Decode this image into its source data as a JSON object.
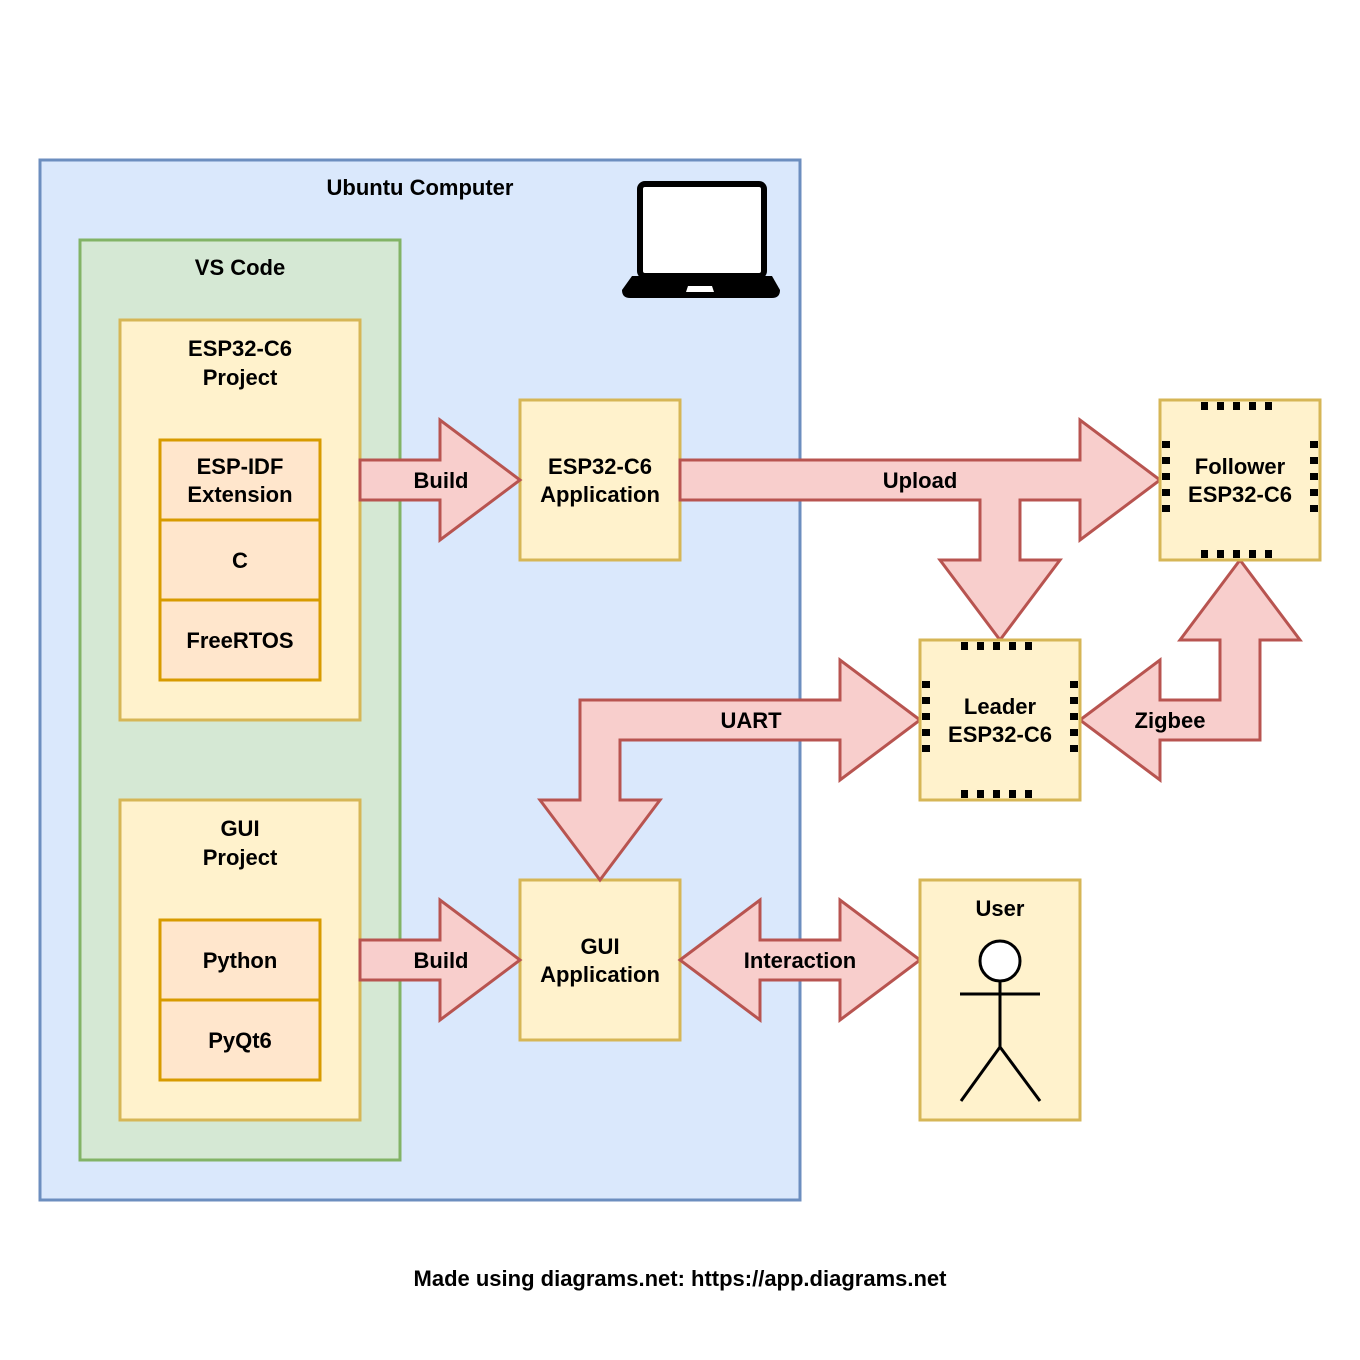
{
  "containers": {
    "ubuntu": "Ubuntu Computer",
    "vscode": "VS Code",
    "esp_project_l1": "ESP32-C6",
    "esp_project_l2": "Project",
    "gui_project_l1": "GUI",
    "gui_project_l2": "Project"
  },
  "stack": {
    "esp_idf_l1": "ESP-IDF",
    "esp_idf_l2": "Extension",
    "c": "C",
    "freertos": "FreeRTOS",
    "python": "Python",
    "pyqt6": "PyQt6"
  },
  "nodes": {
    "esp_app_l1": "ESP32-C6",
    "esp_app_l2": "Application",
    "gui_app_l1": "GUI",
    "gui_app_l2": "Application",
    "follower_l1": "Follower",
    "follower_l2": "ESP32-C6",
    "leader_l1": "Leader",
    "leader_l2": "ESP32-C6",
    "user": "User"
  },
  "arrows": {
    "build_esp": "Build",
    "build_gui": "Build",
    "upload": "Upload",
    "uart": "UART",
    "zigbee": "Zigbee",
    "interaction": "Interaction"
  },
  "icons": [
    "laptop-icon",
    "chip-icon",
    "stick-figure-icon"
  ],
  "colors": {
    "ubuntu_fill": "#dae8fc",
    "ubuntu_stroke": "#6c8ebf",
    "vscode_fill": "#d5e8d4",
    "vscode_stroke": "#82b366",
    "box_fill": "#fff2cc",
    "box_stroke": "#d6b656",
    "stack_fill": "#ffe6cc",
    "stack_stroke": "#d79b00",
    "arrow_fill": "#f8cecc",
    "arrow_stroke": "#b85450"
  },
  "footer": "Made using diagrams.net: https://app.diagrams.net"
}
